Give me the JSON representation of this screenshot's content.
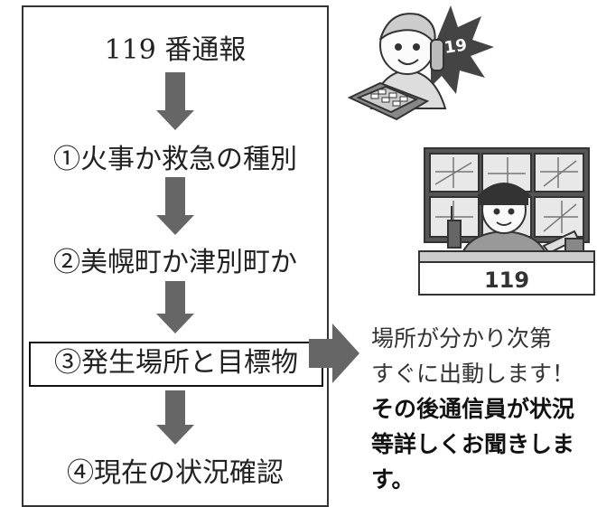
{
  "flow": {
    "title": "119 番通報",
    "steps": [
      "①火事か救急の種別",
      "②美幌町か津別町か",
      "③発生場所と目標物",
      "④現在の状況確認"
    ]
  },
  "note": {
    "line1": "場所が分かり次第",
    "line2": "すぐに出動します！",
    "line3": "その後通信員が状況",
    "line4": "等詳しくお聞きしま",
    "line5": "す。"
  },
  "illustrations": {
    "caller_sign": "119",
    "dispatcher_desk": "119"
  },
  "colors": {
    "arrow": "#666666",
    "border": "#333333"
  }
}
